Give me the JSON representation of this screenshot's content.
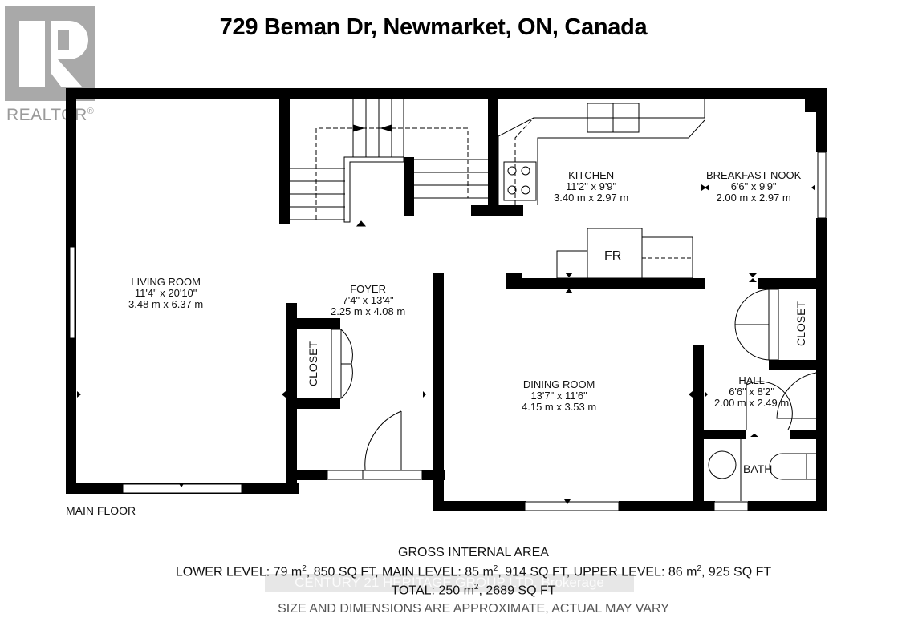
{
  "header": {
    "title": "729 Beman Dr, Newmarket, ON, Canada"
  },
  "logo": {
    "text": "REALTOR",
    "mark": "®"
  },
  "floor_label": "MAIN FLOOR",
  "rooms": [
    {
      "name": "LIVING ROOM",
      "imperial": "11'4\" x 20'10\"",
      "metric": "3.48 m x 6.37 m"
    },
    {
      "name": "FOYER",
      "imperial": "7'4\" x 13'4\"",
      "metric": "2.25 m x 4.08 m"
    },
    {
      "name": "KITCHEN",
      "imperial": "11'2\" x 9'9\"",
      "metric": "3.40 m x 2.97 m"
    },
    {
      "name": "BREAKFAST NOOK",
      "imperial": "6'6\" x 9'9\"",
      "metric": "2.00 m x 2.97 m"
    },
    {
      "name": "DINING ROOM",
      "imperial": "13'7\" x 11'6\"",
      "metric": "4.15 m x 3.53 m"
    },
    {
      "name": "HALL",
      "imperial": "6'6\" x 8'2\"",
      "metric": "2.00 m x 2.49 m"
    }
  ],
  "fixtures": {
    "closet_left": "CLOSET",
    "closet_right": "CLOSET",
    "bath": "BATH",
    "fridge": "FR"
  },
  "area_summary": {
    "heading": "GROSS INTERNAL AREA",
    "line1": {
      "lower_label": "LOWER LEVEL: 79 m",
      "lower_rest": ", 850 SQ FT, MAIN LEVEL: 85 m",
      "main_rest": ", 914 SQ FT, UPPER LEVEL: 86 m",
      "upper_rest": ", 925 SQ FT",
      "sup": "2"
    },
    "total_prefix": "TOTAL: 250 m",
    "total_rest": ", 2689 SQ FT",
    "disclaimer": "SIZE AND DIMENSIONS ARE APPROXIMATE, ACTUAL MAY VARY"
  },
  "watermark": "CENTURY 21 HERITAGE GROUP LTD. Brokerage"
}
